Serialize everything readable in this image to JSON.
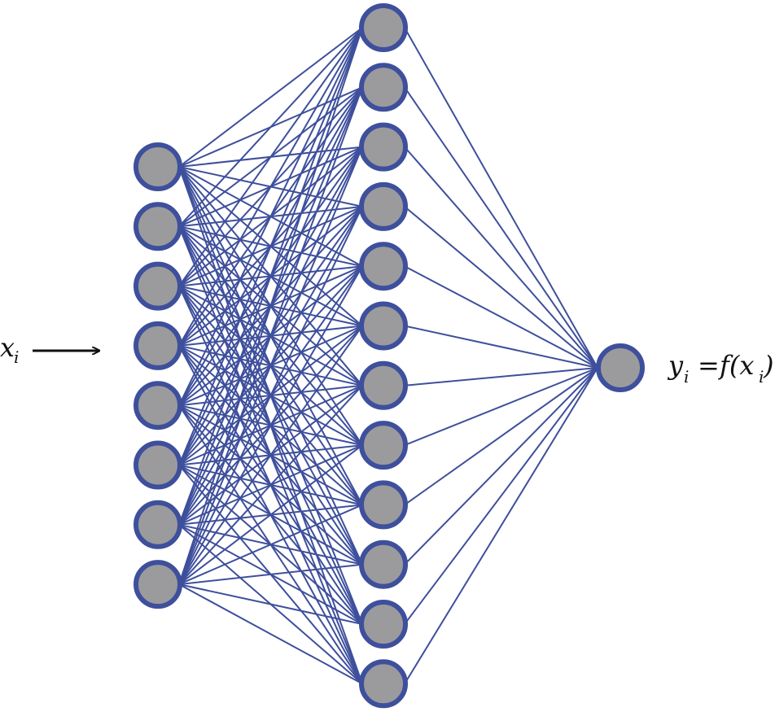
{
  "colors": {
    "node_fill": "#9b9b9e",
    "node_stroke": "#3e4f9c",
    "edge_stroke": "#3e4f9c",
    "arrow": "#111111",
    "text": "#111111"
  },
  "network": {
    "input_layer_nodes": 8,
    "hidden_layer_nodes": 12,
    "output_layer_nodes": 1,
    "fully_connected": true
  },
  "labels": {
    "input": {
      "base": "x",
      "sub": "i"
    },
    "output": {
      "lhs_base": "y",
      "lhs_sub": "i",
      "equals": "=",
      "func_open": "f(x",
      "arg_sub": "i",
      "close": ")"
    }
  }
}
